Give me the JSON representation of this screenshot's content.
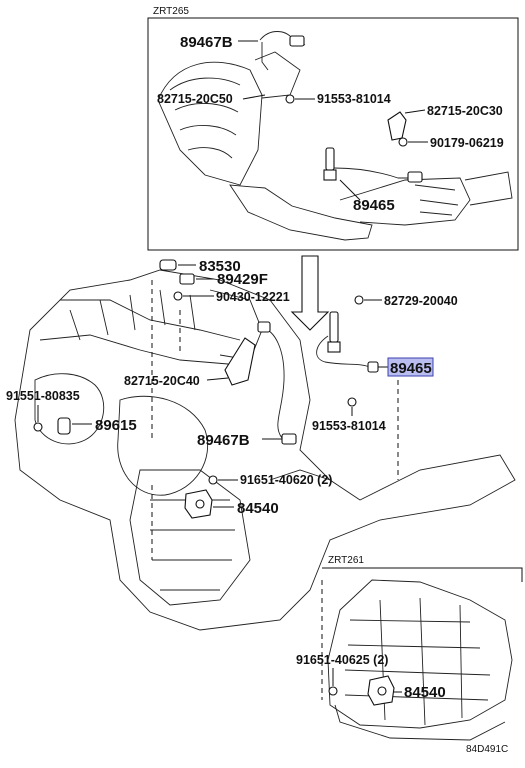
{
  "variants": {
    "top": "ZRT265",
    "bottom": "ZRT261"
  },
  "diagram_id": "84D491C",
  "callouts": {
    "p89467b_top": "89467B",
    "p82715_20c50": "82715-20C50",
    "p91553_81014_top": "91553-81014",
    "p82715_20c30": "82715-20C30",
    "p90179_06219": "90179-06219",
    "p89465_top": "89465",
    "p83530": "83530",
    "p89429f": "89429F",
    "p90430_12221": "90430-12221",
    "p82729_20040": "82729-20040",
    "p89465_main": "89465",
    "p82715_20c40": "82715-20C40",
    "p91551_80835": "91551-80835",
    "p89615": "89615",
    "p91553_81014_main": "91553-81014",
    "p89467b_main": "89467B",
    "p91651_40620": "91651-40620 (2)",
    "p84540_main": "84540",
    "p91651_40625": "91651-40625 (2)",
    "p84540_bottom": "84540"
  },
  "colors": {
    "highlight_fill": "#b9bdf0",
    "highlight_border": "#3b3fae",
    "ink": "#111111"
  }
}
